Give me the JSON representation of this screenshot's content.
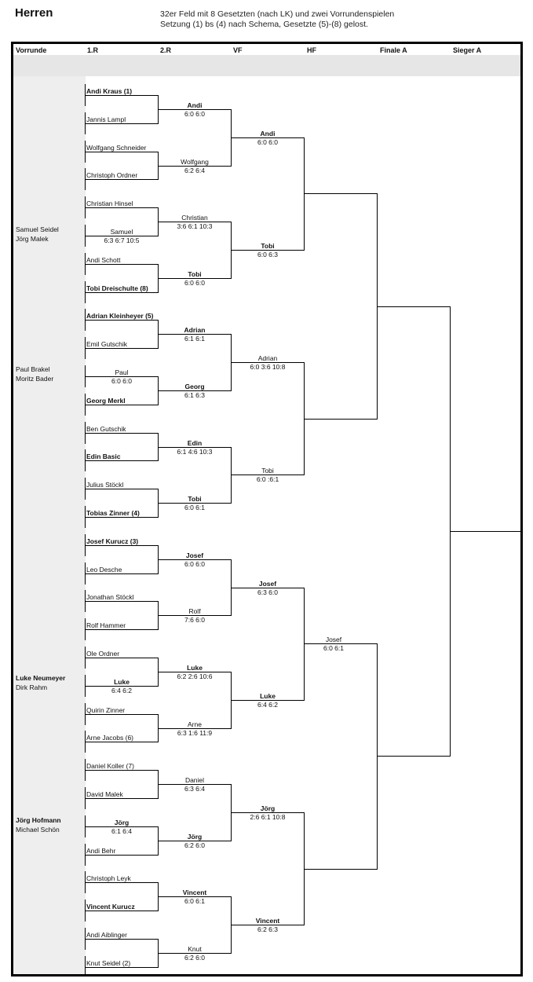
{
  "title": "Herren",
  "subtitle1": "32er Feld mit 8 Gesetzten (nach LK) und zwei Vorrundenspielen",
  "subtitle2": "Setzung (1) bs (4) nach Schema, Gesetzte (5)-(8) gelost.",
  "columns": [
    "Vorrunde",
    "1.R",
    "2.R",
    "VF",
    "HF",
    "Finale A",
    "Sieger A"
  ],
  "vorrunde": [
    {
      "a": "Samuel Seidel",
      "b": "Jörg Malek",
      "bold": false
    },
    {
      "a": "Paul Brakel",
      "b": "Moritz Bader",
      "bold": false
    },
    {
      "a": "Luke Neumeyer",
      "b": "Dirk Rahm",
      "bold": true
    },
    {
      "a": "Jörg Hofmann",
      "b": "Michael Schön",
      "bold": true
    }
  ],
  "r1": [
    {
      "n": "Andi Kraus (1)",
      "b": true
    },
    {
      "n": "Jannis Lampl",
      "b": false
    },
    {
      "n": "Wolfgang Schneider",
      "b": false
    },
    {
      "n": "Christoph Ordner",
      "b": false
    },
    {
      "n": "Christian Hinsel",
      "b": false
    },
    {
      "n": "Samuel",
      "b": false,
      "s": "6:3 6:7 10:5",
      "c": true
    },
    {
      "n": "Andi Schott",
      "b": false
    },
    {
      "n": "Tobi Dreischulte (8)",
      "b": true
    },
    {
      "n": "Adrian Kleinheyer (5)",
      "b": true
    },
    {
      "n": "Emil Gutschik",
      "b": false
    },
    {
      "n": "Paul",
      "b": false,
      "s": "6:0 6:0",
      "c": true
    },
    {
      "n": "Georg Merkl",
      "b": true
    },
    {
      "n": "Ben Gutschik",
      "b": false
    },
    {
      "n": "Edin Basic",
      "b": true
    },
    {
      "n": "Julius Stöckl",
      "b": false
    },
    {
      "n": "Tobias Zinner (4)",
      "b": true
    },
    {
      "n": "Josef Kurucz (3)",
      "b": true
    },
    {
      "n": "Leo Desche",
      "b": false
    },
    {
      "n": "Jonathan Stöckl",
      "b": false
    },
    {
      "n": "Rolf Hammer",
      "b": false
    },
    {
      "n": "Ole Ordner",
      "b": false
    },
    {
      "n": "Luke",
      "b": true,
      "s": "6:4 6:2",
      "c": true
    },
    {
      "n": "Quirin Zinner",
      "b": false
    },
    {
      "n": "Arne Jacobs (6)",
      "b": false
    },
    {
      "n": "Daniel Koller (7)",
      "b": false
    },
    {
      "n": "David Malek",
      "b": false
    },
    {
      "n": "Jörg",
      "b": true,
      "s": "6:1 6:4",
      "c": true
    },
    {
      "n": "Andi Behr",
      "b": false
    },
    {
      "n": "Christoph Leyk",
      "b": false
    },
    {
      "n": "Vincent Kurucz",
      "b": true
    },
    {
      "n": "Andi Aiblinger",
      "b": false
    },
    {
      "n": "Knut Seidel (2)",
      "b": false
    }
  ],
  "r2": [
    {
      "n": "Andi",
      "s": "6:0 6:0",
      "b": true
    },
    {
      "n": "Wolfgang",
      "s": "6:2 6:4",
      "b": false
    },
    {
      "n": "Christian",
      "s": "3:6 6:1 10:3",
      "b": false
    },
    {
      "n": "Tobi",
      "s": "6:0 6:0",
      "b": true
    },
    {
      "n": "Adrian",
      "s": "6:1 6:1",
      "b": true
    },
    {
      "n": "Georg",
      "s": "6:1 6:3",
      "b": true
    },
    {
      "n": "Edin",
      "s": "6:1 4:6 10:3",
      "b": true
    },
    {
      "n": "Tobi",
      "s": "6:0 6:1",
      "b": true
    },
    {
      "n": "Josef",
      "s": "6:0 6:0",
      "b": true
    },
    {
      "n": "Rolf",
      "s": "7:6 6:0",
      "b": false
    },
    {
      "n": "Luke",
      "s": "6:2 2:6 10:6",
      "b": true
    },
    {
      "n": "Arne",
      "s": "6:3 1:6 11:9",
      "b": false
    },
    {
      "n": "Daniel",
      "s": "6:3 6:4",
      "b": false
    },
    {
      "n": "Jörg",
      "s": "6:2 6:0",
      "b": true
    },
    {
      "n": "Vincent",
      "s": "6:0 6:1",
      "b": true
    },
    {
      "n": "Knut",
      "s": "6:2 6:0",
      "b": false
    }
  ],
  "vf": [
    {
      "n": "Andi",
      "s": "6:0 6:0",
      "b": true
    },
    {
      "n": "Tobi",
      "s": "6:0 6:3",
      "b": true
    },
    {
      "n": "Adrian",
      "s": "6:0 3:6 10:8",
      "b": false
    },
    {
      "n": "Tobi",
      "s": "6:0 :6:1",
      "b": false
    },
    {
      "n": "Josef",
      "s": "6:3 6:0",
      "b": true
    },
    {
      "n": "Luke",
      "s": "6:4 6:2",
      "b": true
    },
    {
      "n": "Jörg",
      "s": "2:6 6:1 10:8",
      "b": true
    },
    {
      "n": "Vincent",
      "s": "6:2 6:3",
      "b": true
    }
  ],
  "hf": [
    {
      "n": "Josef",
      "s": "6:0 6:1",
      "b": false
    }
  ]
}
